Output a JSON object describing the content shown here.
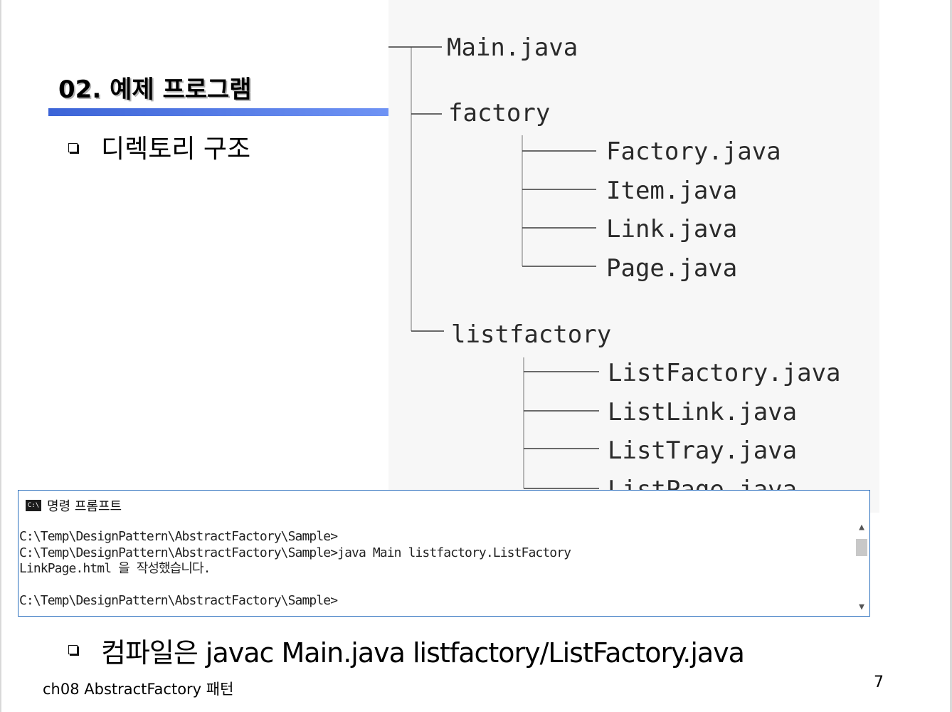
{
  "slide": {
    "title": "02. 예제 프로그램",
    "bullet_1": "디렉토리 구조",
    "bullet_2": "컴파일은 javac Main.java listfactory/ListFactory.java",
    "footer": "ch08 AbstractFactory 패턴",
    "page_number": "7"
  },
  "tree": {
    "root_file": "Main.java",
    "factory": {
      "name": "factory",
      "files": [
        "Factory.java",
        "Item.java",
        "Link.java",
        "Page.java"
      ]
    },
    "listfactory": {
      "name": "listfactory",
      "files": [
        "ListFactory.java",
        "ListLink.java",
        "ListTray.java",
        "ListPage.java"
      ]
    }
  },
  "console": {
    "window_title": "명령 프롬프트",
    "icon_label": "C:\\",
    "lines": [
      "",
      "C:\\Temp\\DesignPattern\\AbstractFactory\\Sample>",
      "C:\\Temp\\DesignPattern\\AbstractFactory\\Sample>java Main listfactory.ListFactory",
      "LinkPage.html 을 작성했습니다.",
      "",
      "C:\\Temp\\DesignPattern\\AbstractFactory\\Sample>"
    ],
    "scroll_up": "▲",
    "scroll_down": "▼"
  }
}
